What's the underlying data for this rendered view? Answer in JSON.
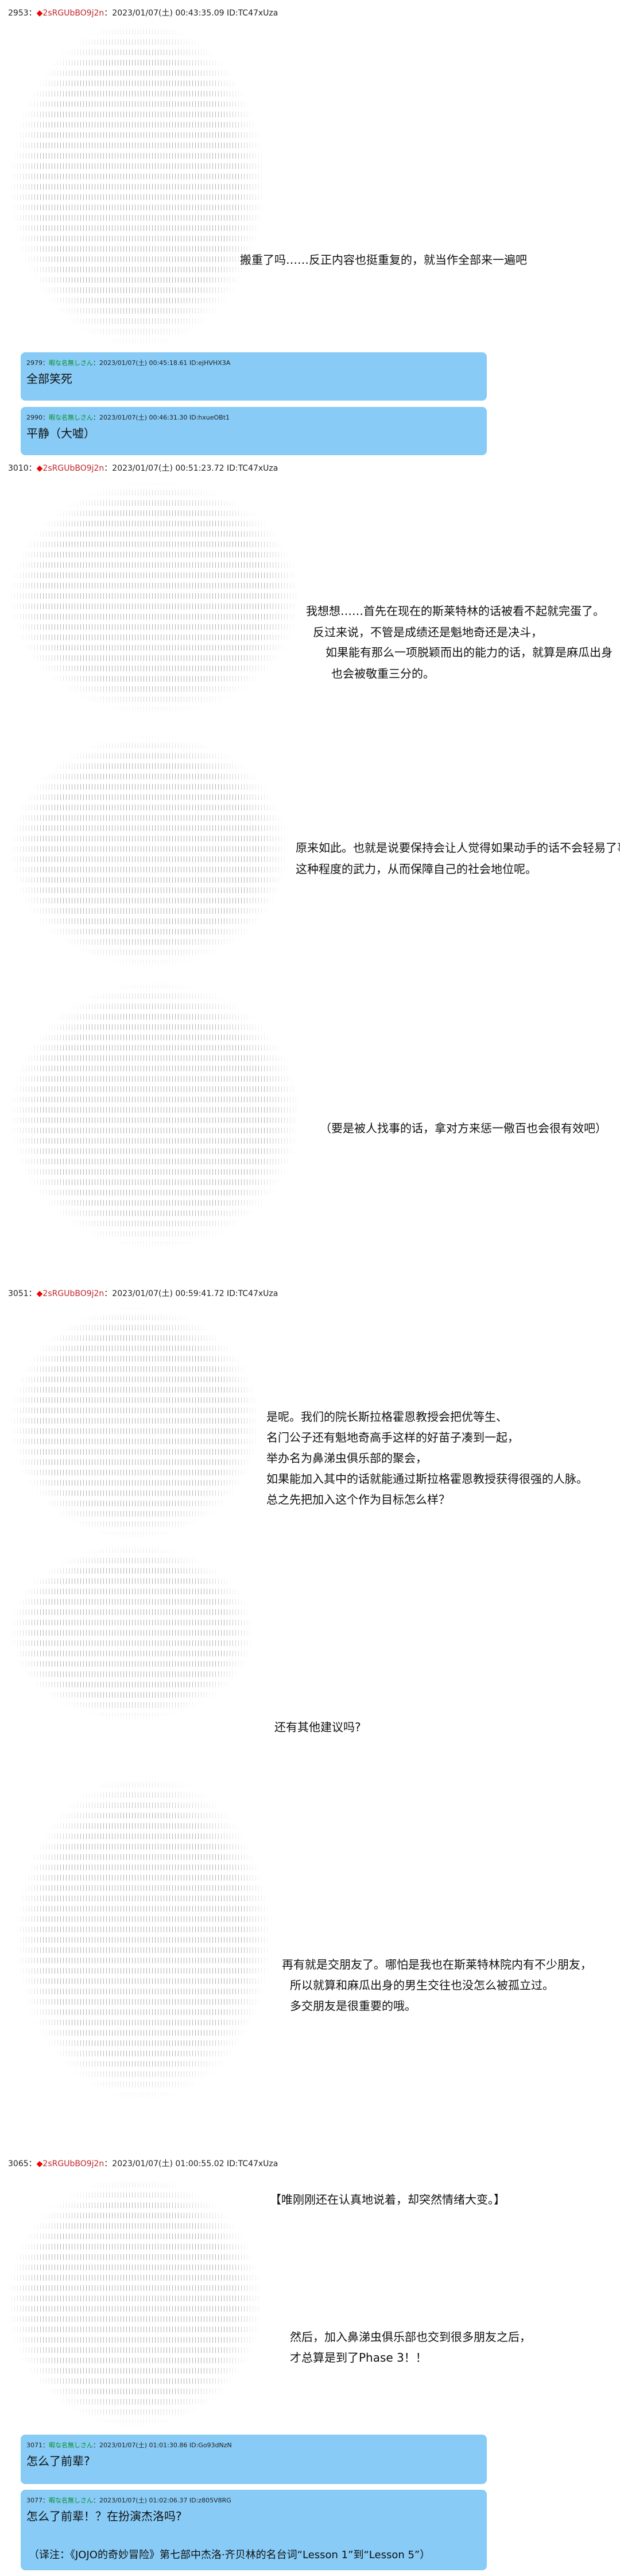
{
  "posts": {
    "p2953": {
      "num": "2953：",
      "trip": "2sRGUbBO9j2n",
      "meta": "：2023/01/07(土) 00:43:35.09 ID:TC47xUza",
      "lines": [
        "搬重了吗……反正内容也挺重复的，就当作全部来一遍吧"
      ]
    },
    "p3010": {
      "num": "3010：",
      "trip": "2sRGUbBO9j2n",
      "meta": "：2023/01/07(土) 00:51:23.72 ID:TC47xUza",
      "lines1": [
        "我想想……首先在现在的斯莱特林的话被看不起就完蛋了。",
        "反过来说，不管是成绩还是魁地奇还是决斗，",
        "如果能有那么一项脱颖而出的能力的话，就算是麻瓜出身",
        "也会被敬重三分的。"
      ],
      "lines2": [
        "原来如此。也就是说要保持会让人觉得如果动手的话不会轻易了事",
        "这种程度的武力，从而保障自己的社会地位呢。"
      ],
      "lines3": [
        "（要是被人找事的话，拿对方来惩一儆百也会很有效吧）"
      ]
    },
    "p3051": {
      "num": "3051：",
      "trip": "2sRGUbBO9j2n",
      "meta": "：2023/01/07(土) 00:59:41.72 ID:TC47xUza",
      "lines1": [
        "是呢。我们的院长斯拉格霍恩教授会把优等生、",
        "名门公子还有魁地奇高手这样的好苗子凑到一起，",
        "举办名为鼻涕虫俱乐部的聚会，",
        "如果能加入其中的话就能通过斯拉格霍恩教授获得很强的人脉。",
        "总之先把加入这个作为目标怎么样？"
      ],
      "lines2": [
        "还有其他建议吗?"
      ],
      "lines3": [
        "再有就是交朋友了。哪怕是我也在斯莱特林院内有不少朋友，",
        "所以就算和麻瓜出身的男生交往也没怎么被孤立过。",
        "多交朋友是很重要的哦。"
      ]
    },
    "p3065": {
      "num": "3065：",
      "trip": "2sRGUbBO9j2n",
      "meta": "：2023/01/07(土) 01:00:55.02 ID:TC47xUza",
      "lines1": [
        "【唯刚刚还在认真地说着，却突然情绪大变。】"
      ],
      "lines2": [
        "然后，加入鼻涕虫俱乐部也交到很多朋友之后，",
        "才总算是到了Phase 3！！"
      ]
    }
  },
  "replies": [
    {
      "num": "2979：",
      "name": "暇な名無しさん",
      "meta": "：2023/01/07(土) 00:45:18.61 ID:ejHVHX3A",
      "text": "全部笑死"
    },
    {
      "num": "2990：",
      "name": "暇な名無しさん",
      "meta": "：2023/01/07(土) 00:46:31.30 ID:hxueOBt1",
      "text": "平静（大嘘）"
    },
    {
      "num": "3071：",
      "name": "暇な名無しさん",
      "meta": "：2023/01/07(土) 01:01:30.86 ID:Go93dNzN",
      "text": "怎么了前辈?"
    },
    {
      "num": "3077：",
      "name": "暇な名無しさん",
      "meta": "：2023/01/07(土) 01:02:06.37 ID:z805V8RG",
      "text": "怎么了前辈！？在扮演杰洛吗?",
      "note": "（译注：《JOJO的奇妙冒险》第七部中杰洛·齐贝林的名台词“Lesson 1”到“Lesson 5”）"
    }
  ],
  "colors": {
    "trip": "#c0272d",
    "reply_bg": "#87cbf6",
    "reply_name": "#0a8f2a"
  }
}
